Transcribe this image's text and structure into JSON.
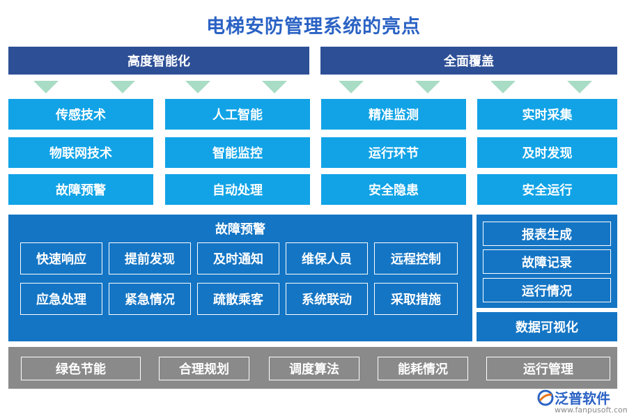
{
  "title": "电梯安防管理系统的亮点",
  "headers": {
    "left": "高度智能化",
    "right": "全面覆盖"
  },
  "grid": {
    "col1": [
      "传感技术",
      "物联网技术",
      "故障预警"
    ],
    "col2": [
      "人工智能",
      "智能监控",
      "自动处理"
    ],
    "col3": [
      "精准监测",
      "运行环节",
      "安全隐患"
    ],
    "col4": [
      "实时采集",
      "及时发现",
      "安全运行"
    ]
  },
  "alarm_panel": {
    "title": "故障预警",
    "row1": [
      "快速响应",
      "提前发现",
      "及时通知",
      "维保人员",
      "远程控制"
    ],
    "row2": [
      "应急处理",
      "紧急情况",
      "疏散乘客",
      "系统联动",
      "采取措施"
    ]
  },
  "right_panel": {
    "items": [
      "报表生成",
      "故障记录",
      "运行情况"
    ],
    "footer": "数据可视化"
  },
  "bottom_bar": [
    "绿色节能",
    "合理规划",
    "调度算法",
    "能耗情况",
    "运行管理"
  ],
  "logo": {
    "name": "泛普软件",
    "url": "www.fanpusoft.com"
  },
  "colors": {
    "header": "#2d4f96",
    "cell": "#11a3e6",
    "panel": "#1475c4",
    "bottom": "#8a8a8a",
    "arrow": "#a9dcc5",
    "title": "#2a62c4"
  }
}
